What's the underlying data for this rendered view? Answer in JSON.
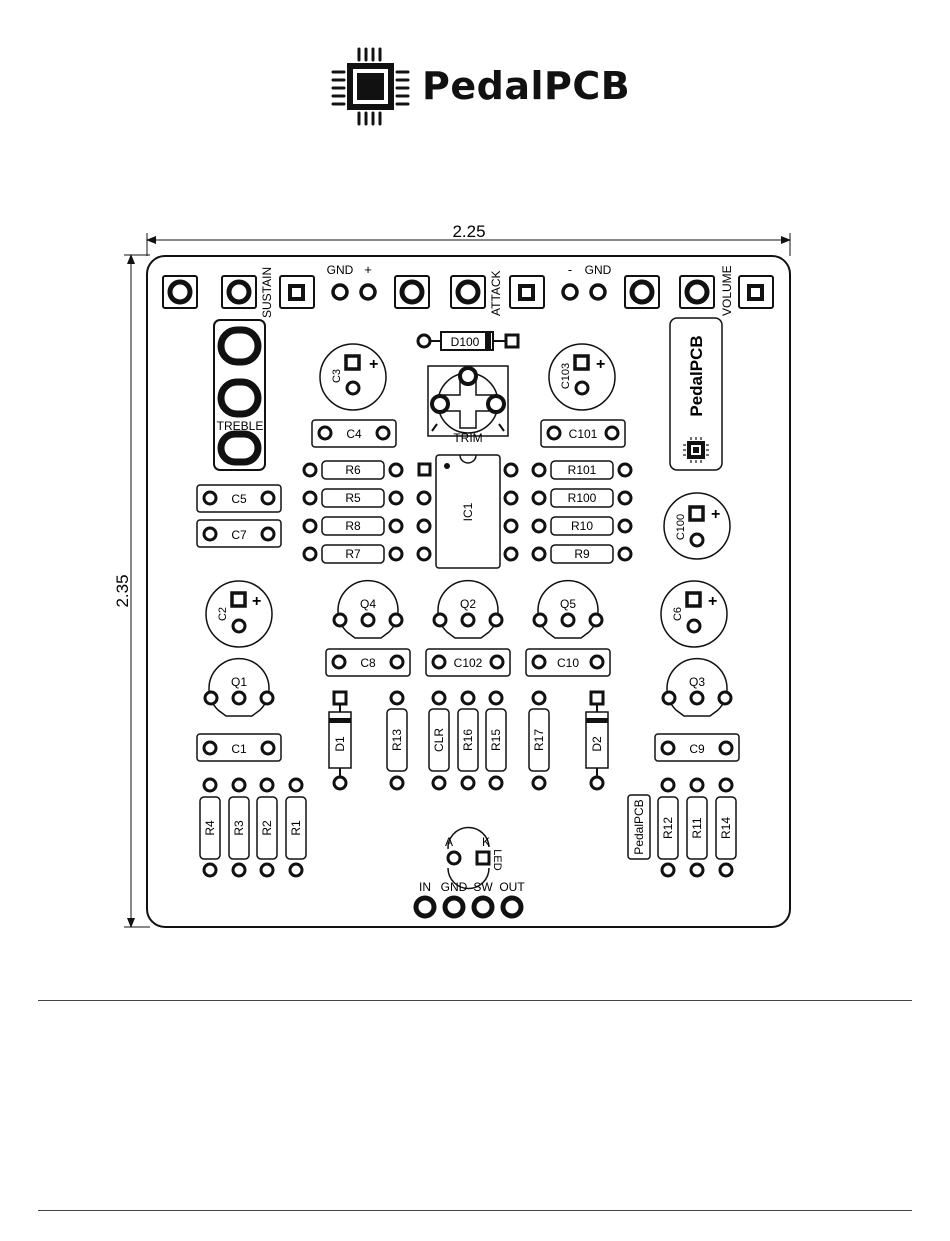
{
  "brand": {
    "name": "PedalPCB"
  },
  "dimensions": {
    "width": "2.25",
    "height": "2.35"
  },
  "jacks": {
    "sustain": "SUSTAIN",
    "attack": "ATTACK",
    "volume": "VOLUME",
    "power_gnd": "GND",
    "power_plus": "+",
    "batt_minus": "-",
    "batt_gnd": "GND"
  },
  "pots": {
    "treble": "TREBLE",
    "trim": "TRIM"
  },
  "components": {
    "resistors": [
      "R1",
      "R2",
      "R3",
      "R4",
      "R5",
      "R6",
      "R7",
      "R8",
      "R9",
      "R10",
      "R11",
      "R12",
      "R13",
      "R14",
      "R15",
      "R16",
      "R17",
      "R100",
      "R101",
      "CLR"
    ],
    "film_caps": [
      "C1",
      "C4",
      "C5",
      "C7",
      "C8",
      "C9",
      "C10",
      "C101",
      "C102"
    ],
    "electrolytic_caps": [
      "C2",
      "C3",
      "C6",
      "C100",
      "C103"
    ],
    "transistors": [
      "Q1",
      "Q2",
      "Q3",
      "Q4",
      "Q5"
    ],
    "diodes": [
      "D1",
      "D2",
      "D100"
    ],
    "ic": "IC1",
    "led": "LED",
    "led_anode": "A",
    "led_cathode": "K",
    "silk_brand": "PedalPCB",
    "plus_mark": "+"
  },
  "footswitch_pads": [
    "IN",
    "GND",
    "SW",
    "OUT"
  ]
}
